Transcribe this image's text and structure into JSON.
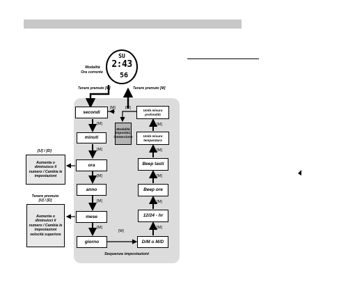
{
  "watch": {
    "mode_line1": "Modalità",
    "mode_line2": "Ora corrente",
    "lcd_day": "SU",
    "lcd_time": "2:43",
    "lcd_seconds": "56"
  },
  "hold_labels": {
    "left": "Tenere premuto [M]",
    "right": "Tenere premuto [M]"
  },
  "left_column": [
    "secondi",
    "minuti",
    "ora",
    "anno",
    "mese",
    "giorno"
  ],
  "right_column": {
    "depth_unit": "Unità misura profondità",
    "temp_unit": "Unità misure temperatura",
    "beep_keys": "Beep tasti",
    "beep_hour": "Beep ore",
    "hr_format": "12/24 - hr",
    "date_format": "D/M o M/D"
  },
  "dive_mode": "Modalità impostaz. immersione",
  "m_label": "[M]",
  "side": {
    "upper_label": "[U] / [D]",
    "upper_box": "Aumenta o diminuisce il numero / Cambia le impostazioni",
    "lower_label_1": "Tenere premuto",
    "lower_label_2": "[U] / [D]",
    "lower_box": "Aumenta o diminuisci il numero / Cambia le impostazioni velocità superiore"
  },
  "footer": "Sequenza impostazioni"
}
